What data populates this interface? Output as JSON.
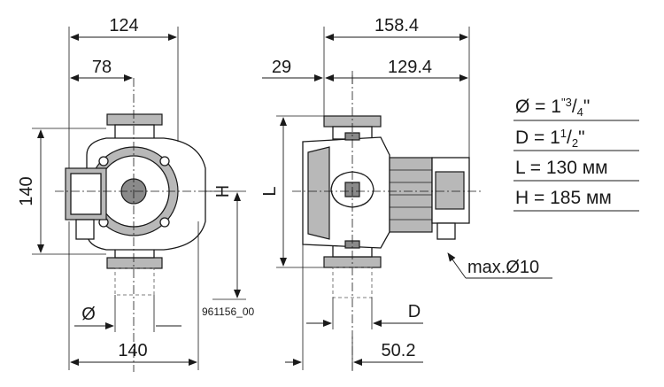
{
  "dimensions": {
    "front_width": "124",
    "front_offset": "78",
    "front_height": "140",
    "front_bottom_width": "140",
    "side_total_width": "158.4",
    "side_left_offset": "29",
    "side_right_width": "129.4",
    "side_bottom_width": "50.2",
    "label_h": "H",
    "label_l": "L",
    "label_d": "D",
    "label_phi": "Ø",
    "cable": "max.Ø10",
    "drawing_code": "961156_00"
  },
  "specs": [
    {
      "text": "Ø = 1\"3/4\""
    },
    {
      "text": "D = 11/2\""
    },
    {
      "text": "L = 130 мм"
    },
    {
      "text": "H = 185 мм"
    }
  ]
}
